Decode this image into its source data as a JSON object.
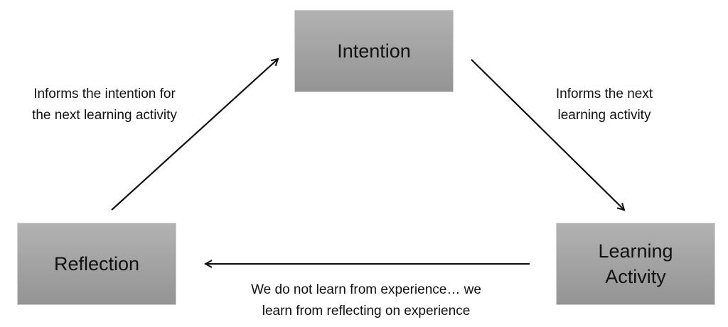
{
  "nodes": {
    "intention": "Intention",
    "reflection": "Reflection",
    "learning_activity_line1": "Learning",
    "learning_activity_line2": "Activity"
  },
  "edges": {
    "reflection_to_intention": [
      "Informs the intention for",
      "the next learning activity"
    ],
    "intention_to_activity": [
      "Informs the next",
      "learning activity"
    ],
    "activity_to_reflection": [
      "We do not learn from experience… we",
      "learn from reflecting on experience"
    ]
  }
}
